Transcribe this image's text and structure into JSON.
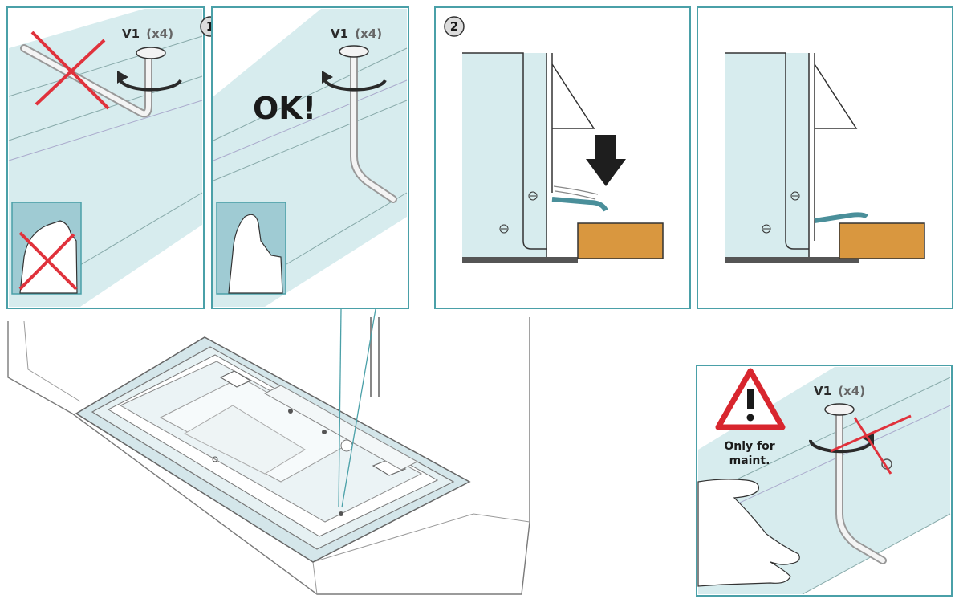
{
  "steps": [
    {
      "number": "1"
    },
    {
      "number": "2"
    }
  ],
  "panels": {
    "wrong_key": {
      "screw_label": "V1",
      "screw_qty": "(x4)"
    },
    "correct_key": {
      "screw_label": "V1",
      "screw_qty": "(x4)",
      "status": "OK!"
    },
    "maintenance": {
      "screw_label": "V1",
      "screw_qty": "(x4)",
      "warning_line1": "Only for",
      "warning_line2": "maint."
    }
  },
  "colors": {
    "panel_border": "#4aa0a8",
    "panel_fill": "#d7ecee",
    "inset_fill": "#9fcbd3",
    "cross_red": "#e0323c",
    "wood": "#d9973f",
    "warning_red": "#d8262e",
    "arrow": "#1e1e1e"
  },
  "icons": [
    "allen-key-icon",
    "rotation-arrow-icon",
    "red-cross-icon",
    "flexed-arm-icon",
    "down-arrow-icon",
    "warning-triangle-icon",
    "hand-icon"
  ]
}
